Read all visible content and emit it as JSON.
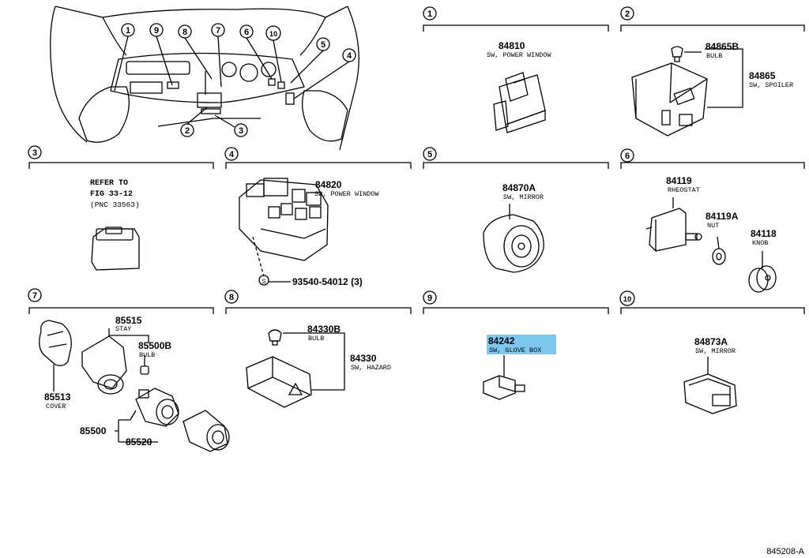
{
  "sections": [
    {
      "num": "1",
      "parts": [
        {
          "pn": "84810",
          "desc": "SW, POWER WINDOW"
        }
      ]
    },
    {
      "num": "2",
      "parts": [
        {
          "pn": "84865B",
          "desc": "BULB"
        },
        {
          "pn": "84865",
          "desc": "SW, SPOILER"
        }
      ]
    },
    {
      "num": "3",
      "refer": [
        "REFER TO",
        "FIG 33-12",
        "(PNC 33563)"
      ]
    },
    {
      "num": "4",
      "parts": [
        {
          "pn": "84820",
          "desc": "SW, POWER WINDOW"
        },
        {
          "pn": "93540-54012 (3)",
          "desc": ""
        }
      ],
      "screw_symbol": "S"
    },
    {
      "num": "5",
      "parts": [
        {
          "pn": "84870A",
          "desc": "SW, MIRROR"
        }
      ]
    },
    {
      "num": "6",
      "parts": [
        {
          "pn": "84119",
          "desc": "RHEOSTAT"
        },
        {
          "pn": "84119A",
          "desc": "NUT"
        },
        {
          "pn": "84118",
          "desc": "KNOB"
        }
      ]
    },
    {
      "num": "7",
      "parts": [
        {
          "pn": "85515",
          "desc": "STAY"
        },
        {
          "pn": "85500B",
          "desc": "BULB"
        },
        {
          "pn": "85513",
          "desc": "COVER"
        },
        {
          "pn": "85500",
          "desc": ""
        },
        {
          "pn": "85520",
          "desc": ""
        }
      ]
    },
    {
      "num": "8",
      "parts": [
        {
          "pn": "84330B",
          "desc": "BULB"
        },
        {
          "pn": "84330",
          "desc": "SW, HAZARD"
        }
      ]
    },
    {
      "num": "9",
      "parts": [
        {
          "pn": "84242",
          "desc": "SW, GLOVE BOX",
          "highlighted": true
        }
      ]
    },
    {
      "num": "10",
      "parts": [
        {
          "pn": "84873A",
          "desc": "SW, MIRROR"
        }
      ]
    }
  ],
  "overview_callouts": [
    "1",
    "9",
    "8",
    "7",
    "6",
    "10",
    "5",
    "4",
    "2",
    "3"
  ],
  "highlight_color": "#7ec8f0",
  "figure_id": "845208-A"
}
